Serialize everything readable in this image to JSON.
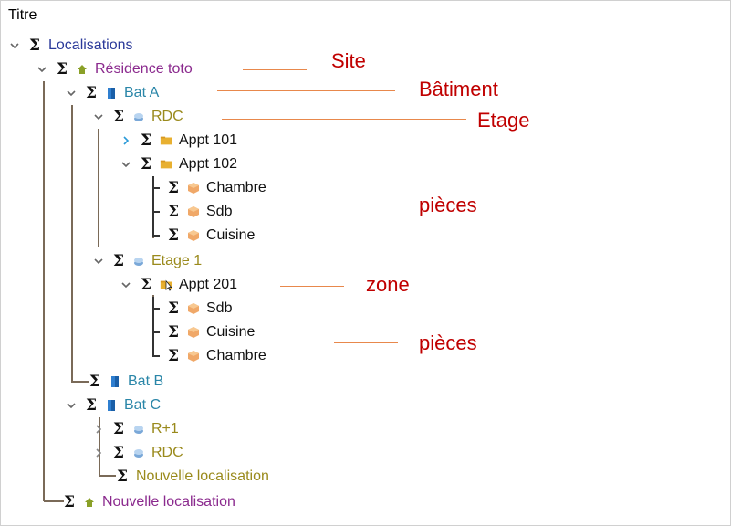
{
  "header": {
    "title": "Titre"
  },
  "tree": {
    "rows": [
      {
        "label": "Localisations",
        "color": "#2b3a9a",
        "chev": "down",
        "icon": "none"
      },
      {
        "label": "Résidence toto",
        "color": "#8b2a8e",
        "chev": "down",
        "icon": "site-icon"
      },
      {
        "label": "Bat A",
        "color": "#2a86a8",
        "chev": "down",
        "icon": "building-icon"
      },
      {
        "label": "RDC",
        "color": "#9a8a1c",
        "chev": "down",
        "icon": "floor-icon"
      },
      {
        "label": "Appt 101",
        "color": "#111111",
        "chev": "right-active",
        "icon": "zone-icon"
      },
      {
        "label": "Appt 102",
        "color": "#111111",
        "chev": "down",
        "icon": "zone-icon"
      },
      {
        "label": "Chambre",
        "color": "#111111",
        "chev": "branch",
        "icon": "room-icon"
      },
      {
        "label": "Sdb",
        "color": "#111111",
        "chev": "branch",
        "icon": "room-icon"
      },
      {
        "label": "Cuisine",
        "color": "#111111",
        "chev": "corner",
        "icon": "room-icon"
      },
      {
        "label": "Etage 1",
        "color": "#9a8a1c",
        "chev": "down",
        "icon": "floor-icon"
      },
      {
        "label": "Appt 201",
        "color": "#111111",
        "chev": "down",
        "icon": "zone-icon"
      },
      {
        "label": "Sdb",
        "color": "#111111",
        "chev": "branch",
        "icon": "room-icon"
      },
      {
        "label": "Cuisine",
        "color": "#111111",
        "chev": "branch",
        "icon": "room-icon"
      },
      {
        "label": "Chambre",
        "color": "#111111",
        "chev": "corner",
        "icon": "room-icon"
      },
      {
        "label": "Bat B",
        "color": "#2a86a8",
        "chev": "branch",
        "icon": "building-icon"
      },
      {
        "label": "Bat C",
        "color": "#2a86a8",
        "chev": "down",
        "icon": "building-icon"
      },
      {
        "label": "R+1",
        "color": "#9a8a1c",
        "chev": "right",
        "icon": "floor-icon"
      },
      {
        "label": "RDC",
        "color": "#9a8a1c",
        "chev": "right",
        "icon": "floor-icon"
      },
      {
        "label": "Nouvelle localisation",
        "color": "#9a8a1c",
        "chev": "corner",
        "icon": "none"
      },
      {
        "label": "Nouvelle localisation",
        "color": "#8b2a8e",
        "chev": "corner",
        "icon": "site-icon"
      }
    ]
  },
  "annotations": {
    "site": "Site",
    "batiment": "Bâtiment",
    "etage": "Etage",
    "pieces_1": "pièces",
    "zone": "zone",
    "pieces_2": "pièces"
  },
  "colors": {
    "annotation_text": "#c00000",
    "annotation_line": "#e8884c",
    "tree_guide": "#7a6a58",
    "zone_icon": "#e8b030",
    "room_icon": "#f0a868",
    "site_icon": "#8aa028",
    "building_icon": "#2f7fd0"
  }
}
